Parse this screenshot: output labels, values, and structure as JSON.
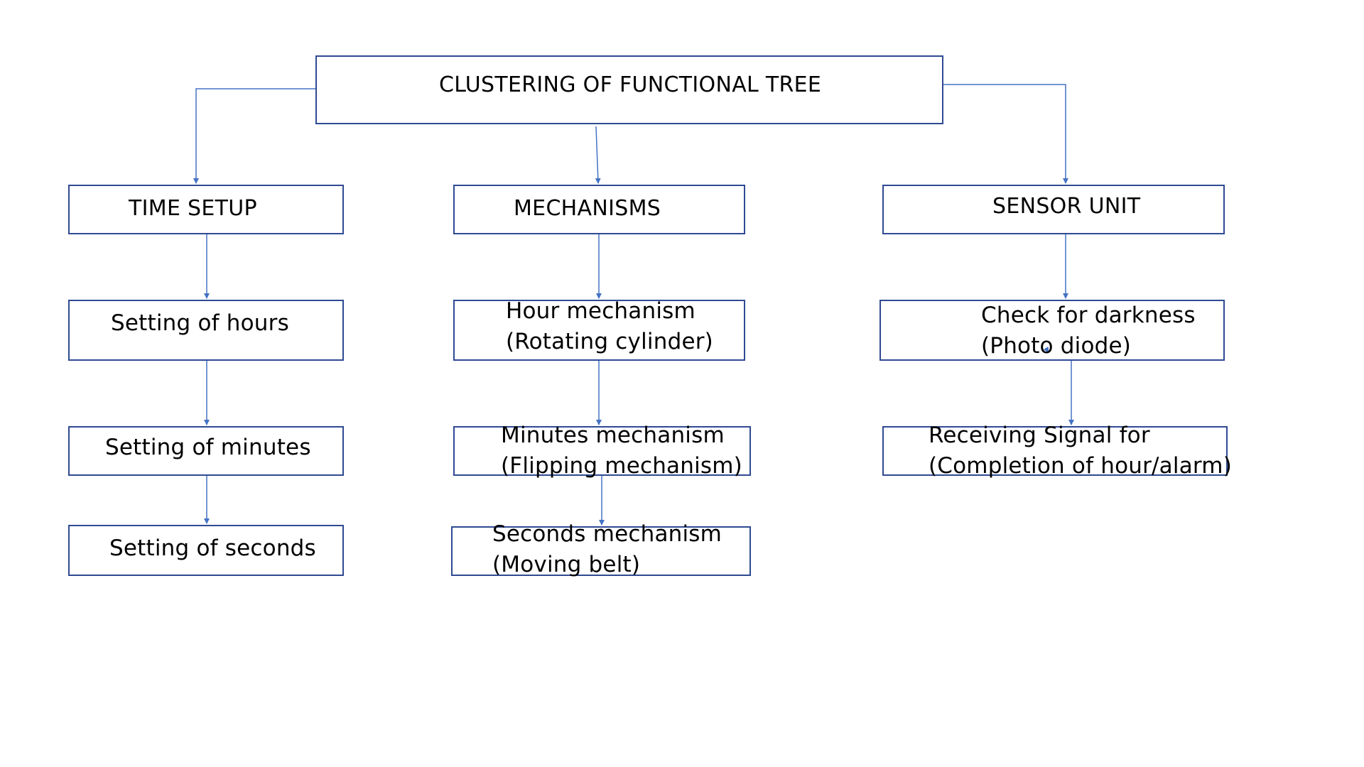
{
  "colors": {
    "box_border": "#2f4a93",
    "connector": "#4472c4",
    "text": "#000000",
    "background": "#ffffff"
  },
  "root": {
    "label": "CLUSTERING OF FUNCTIONAL TREE"
  },
  "columns": [
    {
      "heading": "TIME SETUP",
      "items": [
        {
          "line1": "Setting of hours"
        },
        {
          "line1": "Setting of minutes"
        },
        {
          "line1": "Setting of seconds"
        }
      ]
    },
    {
      "heading": "MECHANISMS",
      "items": [
        {
          "line1": "Hour mechanism",
          "line2": "(Rotating cylinder)"
        },
        {
          "line1": "Minutes mechanism",
          "line2": "(Flipping mechanism)"
        },
        {
          "line1": "Seconds mechanism",
          "line2": "(Moving belt)"
        }
      ]
    },
    {
      "heading": "SENSOR UNIT",
      "items": [
        {
          "line1": "Check for darkness",
          "line2": "(Photo diode)"
        },
        {
          "line1": "Receiving Signal for",
          "line2": "(Completion of hour/alarm)"
        }
      ]
    }
  ]
}
